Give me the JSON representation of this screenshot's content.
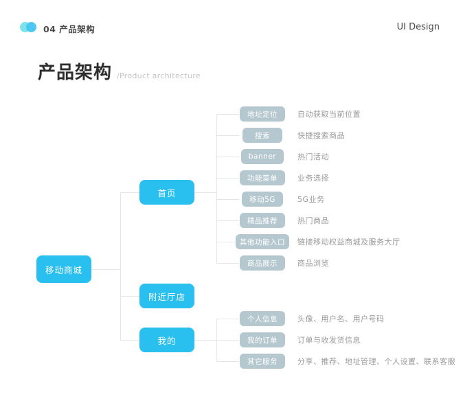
{
  "header": {
    "badge_label": "04 产品架构",
    "right_label": "UI Design"
  },
  "title": {
    "text": "产品架构",
    "subtitle": "/Product architecture"
  },
  "colors": {
    "accent_blue": "#29c0f0",
    "dot_teal": "#7de2e9",
    "dot_blue": "#45c5f1",
    "leaf_gray": "#b5c8cf",
    "line_gray": "#e6e6e6",
    "desc_gray": "#9a9a9a"
  },
  "tree": {
    "root": {
      "label": "移动商城"
    },
    "branches": [
      {
        "label": "首页",
        "children": [
          {
            "label": "地址定位",
            "desc": "自动获取当前位置"
          },
          {
            "label": "搜索",
            "desc": "快捷搜索商品"
          },
          {
            "label": "banner",
            "desc": "热门活动"
          },
          {
            "label": "功能菜单",
            "desc": "业务选择"
          },
          {
            "label": "移动5G",
            "desc": "5G业务"
          },
          {
            "label": "精品推荐",
            "desc": "热门商品"
          },
          {
            "label": "其他功能入口",
            "desc": "链接移动权益商城及服务大厅"
          },
          {
            "label": "商品展示",
            "desc": "商品浏览"
          }
        ]
      },
      {
        "label": "附近厅店",
        "children": []
      },
      {
        "label": "我的",
        "children": [
          {
            "label": "个人信息",
            "desc": "头像、用户名、用户号码"
          },
          {
            "label": "我的订单",
            "desc": "订单与收发货信息"
          },
          {
            "label": "其它服务",
            "desc": "分享、推荐、地址管理、个人设置、联系客服"
          }
        ]
      }
    ]
  }
}
